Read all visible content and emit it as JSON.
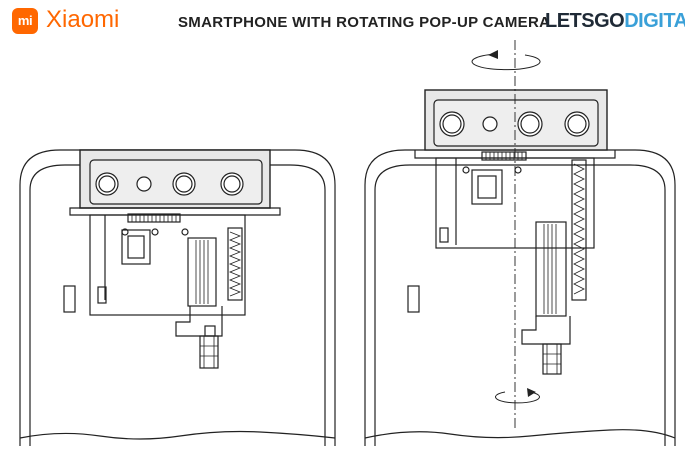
{
  "header": {
    "logo_mark": "mi",
    "brand_name": "Xiaomi",
    "title": "SMARTPHONE WITH ROTATING POP-UP CAMERA",
    "site_name_part1": "LETSGO",
    "site_name_part2": "DIGITAL"
  },
  "colors": {
    "brand_orange": "#ff6700",
    "digital_blue": "#3aa0d8",
    "line": "#222222",
    "panel_fill": "#e8e8e8"
  },
  "figures": [
    {
      "state": "retracted",
      "lens_count": 4
    },
    {
      "state": "extended-rotating",
      "lens_count": 4
    }
  ]
}
